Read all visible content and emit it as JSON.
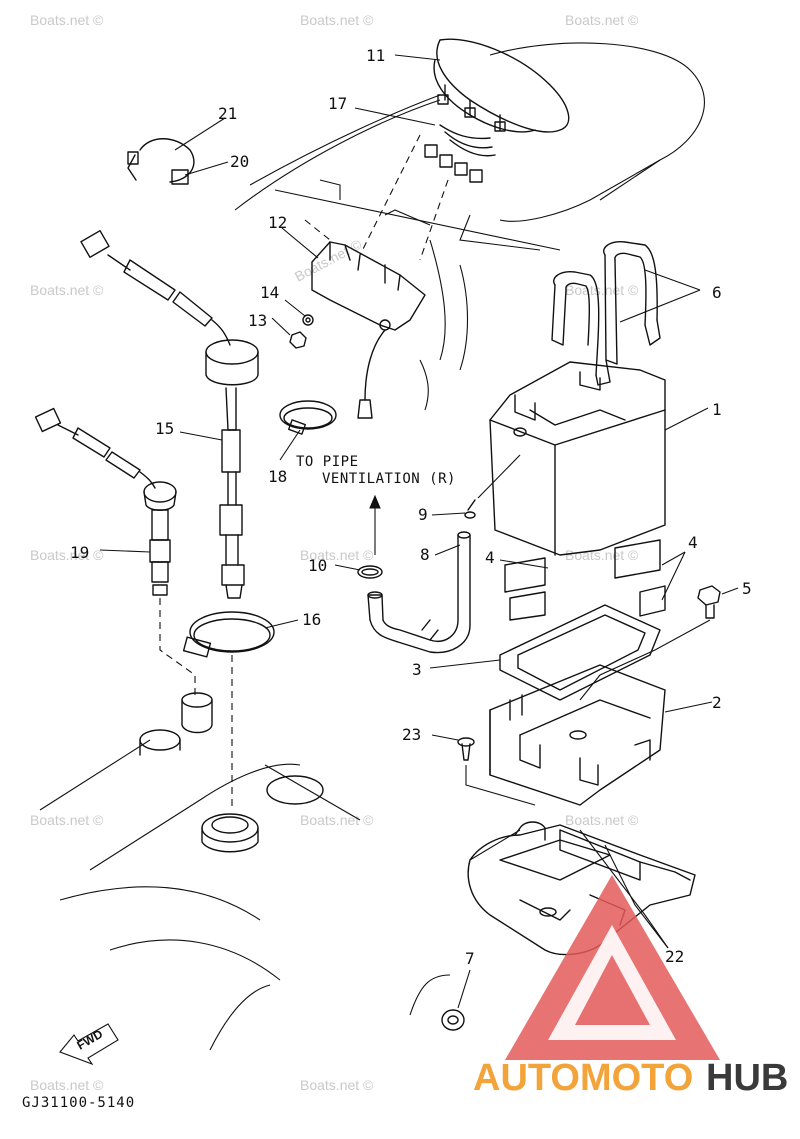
{
  "diagram": {
    "callouts": [
      "1",
      "2",
      "3",
      "4",
      "4",
      "5",
      "6",
      "7",
      "8",
      "9",
      "10",
      "11",
      "12",
      "13",
      "14",
      "15",
      "16",
      "17",
      "18",
      "19",
      "20",
      "21",
      "22",
      "23"
    ],
    "note_lines": [
      "TO PIPE",
      "VENTILATION (R)"
    ],
    "diagram_code": "GJ31100-5140",
    "fwd_label": "FWD"
  },
  "watermark": {
    "text": "Boats.net ©"
  },
  "brand": {
    "part1": "AUTOMOTO",
    "part2": "HUB",
    "logo_color": "#e35a5a",
    "accent_color": "#f2a33a"
  }
}
